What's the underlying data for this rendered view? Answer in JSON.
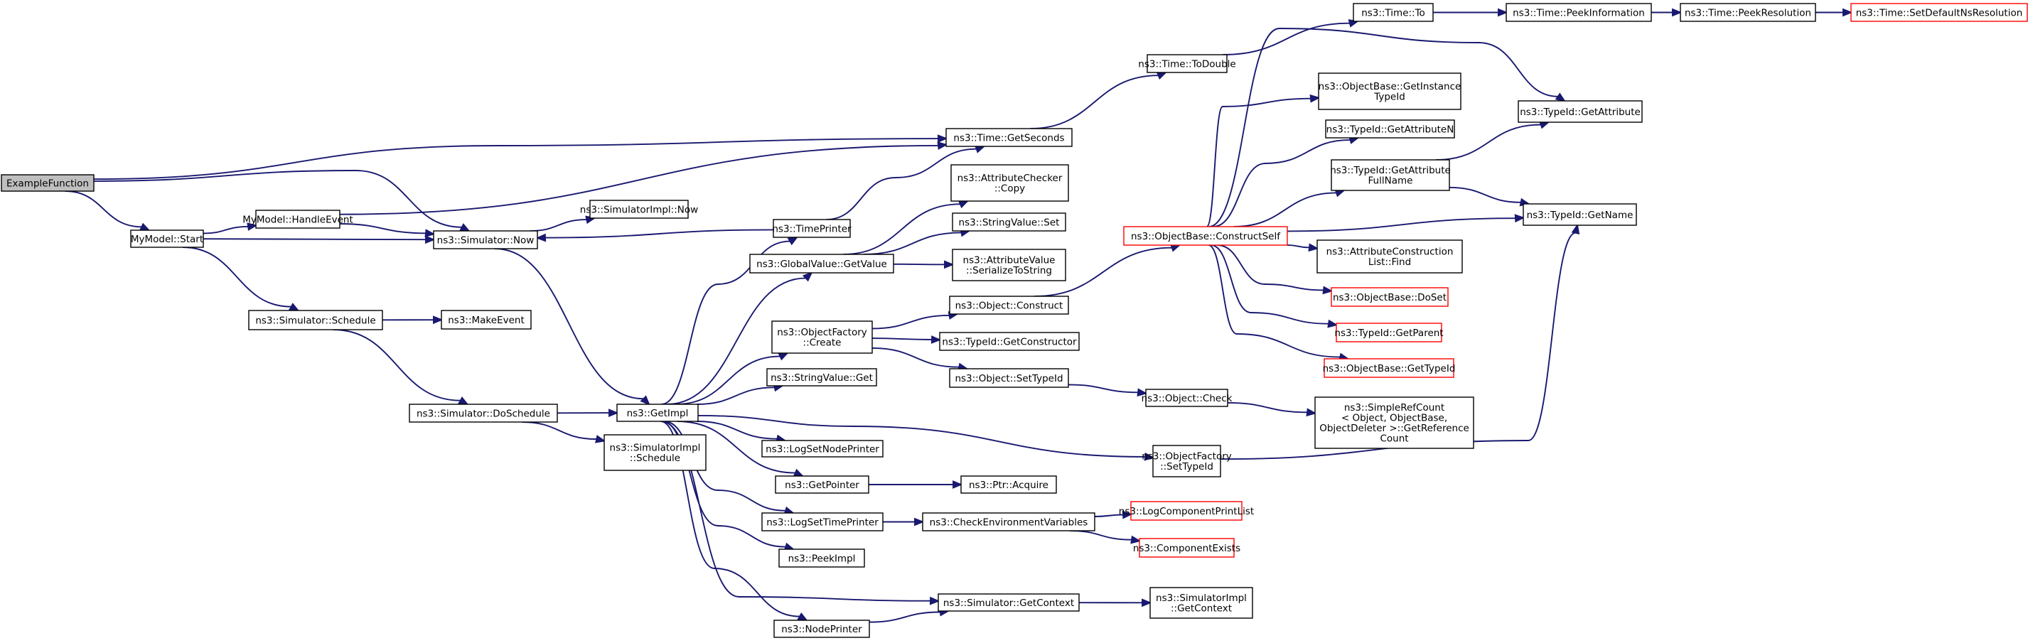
{
  "nodes": {
    "example": {
      "label": [
        "ExampleFunction"
      ],
      "root": true
    },
    "start": {
      "label": [
        "MyModel::Start"
      ]
    },
    "handle": {
      "label": [
        "MyModel::HandleEvent"
      ]
    },
    "schedule": {
      "label": [
        "ns3::Simulator::Schedule"
      ]
    },
    "makeevent": {
      "label": [
        "ns3::MakeEvent"
      ]
    },
    "doschedule": {
      "label": [
        "ns3::Simulator::DoSchedule"
      ]
    },
    "simimpl_schedule": {
      "label": [
        "ns3::SimulatorImpl",
        "::Schedule"
      ]
    },
    "now": {
      "label": [
        "ns3::Simulator::Now"
      ]
    },
    "simimpl_now": {
      "label": [
        "ns3::SimulatorImpl::Now"
      ]
    },
    "getimpl": {
      "label": [
        "ns3::GetImpl"
      ]
    },
    "timeprinter": {
      "label": [
        "ns3::TimePrinter"
      ]
    },
    "gv_getvalue": {
      "label": [
        "ns3::GlobalValue::GetValue"
      ]
    },
    "of_create": {
      "label": [
        "ns3::ObjectFactory",
        "::Create"
      ]
    },
    "sv_get": {
      "label": [
        "ns3::StringValue::Get"
      ]
    },
    "lognodeprinter": {
      "label": [
        "ns3::LogSetNodePrinter"
      ]
    },
    "getpointer": {
      "label": [
        "ns3::GetPointer"
      ]
    },
    "logtimeprinter": {
      "label": [
        "ns3::LogSetTimePrinter"
      ]
    },
    "peekimpl": {
      "label": [
        "ns3::PeekImpl"
      ]
    },
    "nodeprinter": {
      "label": [
        "ns3::NodePrinter"
      ]
    },
    "getseconds": {
      "label": [
        "ns3::Time::GetSeconds"
      ]
    },
    "ac_copy": {
      "label": [
        "ns3::AttributeChecker",
        "::Copy"
      ]
    },
    "sv_set": {
      "label": [
        "ns3::StringValue::Set"
      ]
    },
    "av_serialize": {
      "label": [
        "ns3::AttributeValue",
        "::SerializeToString"
      ]
    },
    "obj_construct": {
      "label": [
        "ns3::Object::Construct"
      ]
    },
    "tid_getconstructor": {
      "label": [
        "ns3::TypeId::GetConstructor"
      ]
    },
    "obj_settypeid": {
      "label": [
        "ns3::Object::SetTypeId"
      ]
    },
    "ptr_acquire": {
      "label": [
        "ns3::Ptr::Acquire"
      ]
    },
    "checkenv": {
      "label": [
        "ns3::CheckEnvironmentVariables"
      ]
    },
    "sim_getcontext": {
      "label": [
        "ns3::Simulator::GetContext"
      ]
    },
    "todouble": {
      "label": [
        "ns3::Time::ToDouble"
      ]
    },
    "time_to": {
      "label": [
        "ns3::Time::To"
      ]
    },
    "peekinfo": {
      "label": [
        "ns3::Time::PeekInformation"
      ]
    },
    "peekres": {
      "label": [
        "ns3::Time::PeekResolution"
      ]
    },
    "setdefaultns": {
      "label": [
        "ns3::Time::SetDefaultNsResolution"
      ],
      "red": true
    },
    "ob_constructself": {
      "label": [
        "ns3::ObjectBase::ConstructSelf"
      ],
      "red": true
    },
    "obj_check": {
      "label": [
        "ns3::Object::Check"
      ]
    },
    "of_settypeid": {
      "label": [
        "ns3::ObjectFactory",
        "::SetTypeId"
      ]
    },
    "logcomplist": {
      "label": [
        "ns3::LogComponentPrintList"
      ],
      "red": true
    },
    "compexists": {
      "label": [
        "ns3::ComponentExists"
      ],
      "red": true
    },
    "simimpl_getcontext": {
      "label": [
        "ns3::SimulatorImpl",
        "::GetContext"
      ]
    },
    "ob_getinstancetypeid": {
      "label": [
        "ns3::ObjectBase::GetInstance",
        "TypeId"
      ]
    },
    "tid_getattributen": {
      "label": [
        "ns3::TypeId::GetAttributeN"
      ]
    },
    "tid_getattrfullname": {
      "label": [
        "ns3::TypeId::GetAttribute",
        "FullName"
      ]
    },
    "acl_find": {
      "label": [
        "ns3::AttributeConstruction",
        "List::Find"
      ]
    },
    "ob_doset": {
      "label": [
        "ns3::ObjectBase::DoSet"
      ],
      "red": true
    },
    "tid_getparent": {
      "label": [
        "ns3::TypeId::GetParent"
      ],
      "red": true
    },
    "ob_gettypeid": {
      "label": [
        "ns3::ObjectBase::GetTypeId"
      ],
      "red": true
    },
    "src_getrefcount": {
      "label": [
        "ns3::SimpleRefCount",
        "< Object, ObjectBase,",
        "ObjectDeleter >::GetReference",
        "Count"
      ]
    },
    "tid_getattribute": {
      "label": [
        "ns3::TypeId::GetAttribute"
      ]
    },
    "tid_getname": {
      "label": [
        "ns3::TypeId::GetName"
      ]
    }
  },
  "edges": [
    [
      "example",
      "start"
    ],
    [
      "example",
      "now"
    ],
    [
      "example",
      "getseconds"
    ],
    [
      "start",
      "handle"
    ],
    [
      "start",
      "now"
    ],
    [
      "start",
      "schedule"
    ],
    [
      "handle",
      "now"
    ],
    [
      "handle",
      "getseconds"
    ],
    [
      "schedule",
      "makeevent"
    ],
    [
      "schedule",
      "doschedule"
    ],
    [
      "doschedule",
      "getimpl"
    ],
    [
      "doschedule",
      "simimpl_schedule"
    ],
    [
      "now",
      "simimpl_now"
    ],
    [
      "now",
      "getimpl"
    ],
    [
      "timeprinter",
      "now"
    ],
    [
      "timeprinter",
      "getseconds"
    ],
    [
      "getimpl",
      "timeprinter"
    ],
    [
      "getimpl",
      "gv_getvalue"
    ],
    [
      "getimpl",
      "of_create"
    ],
    [
      "getimpl",
      "sv_get"
    ],
    [
      "getimpl",
      "lognodeprinter"
    ],
    [
      "getimpl",
      "getpointer"
    ],
    [
      "getimpl",
      "logtimeprinter"
    ],
    [
      "getimpl",
      "peekimpl"
    ],
    [
      "getimpl",
      "nodeprinter"
    ],
    [
      "getimpl",
      "sim_getcontext"
    ],
    [
      "getimpl",
      "of_settypeid"
    ],
    [
      "gv_getvalue",
      "ac_copy"
    ],
    [
      "gv_getvalue",
      "sv_set"
    ],
    [
      "gv_getvalue",
      "av_serialize"
    ],
    [
      "of_create",
      "obj_construct"
    ],
    [
      "of_create",
      "tid_getconstructor"
    ],
    [
      "of_create",
      "obj_settypeid"
    ],
    [
      "getpointer",
      "ptr_acquire"
    ],
    [
      "logtimeprinter",
      "checkenv"
    ],
    [
      "nodeprinter",
      "sim_getcontext"
    ],
    [
      "getseconds",
      "todouble"
    ],
    [
      "todouble",
      "time_to"
    ],
    [
      "time_to",
      "peekinfo"
    ],
    [
      "peekinfo",
      "peekres"
    ],
    [
      "peekres",
      "setdefaultns"
    ],
    [
      "obj_construct",
      "ob_constructself"
    ],
    [
      "obj_settypeid",
      "obj_check"
    ],
    [
      "checkenv",
      "logcomplist"
    ],
    [
      "checkenv",
      "compexists"
    ],
    [
      "sim_getcontext",
      "simimpl_getcontext"
    ],
    [
      "obj_check",
      "src_getrefcount"
    ],
    [
      "of_settypeid",
      "tid_getname"
    ],
    [
      "ob_constructself",
      "ob_getinstancetypeid"
    ],
    [
      "ob_constructself",
      "tid_getattributen"
    ],
    [
      "ob_constructself",
      "tid_getattrfullname"
    ],
    [
      "ob_constructself",
      "acl_find"
    ],
    [
      "ob_constructself",
      "ob_doset"
    ],
    [
      "ob_constructself",
      "tid_getparent"
    ],
    [
      "ob_constructself",
      "ob_gettypeid"
    ],
    [
      "ob_constructself",
      "tid_getattribute"
    ],
    [
      "ob_constructself",
      "tid_getname"
    ],
    [
      "tid_getattrfullname",
      "tid_getattribute"
    ],
    [
      "tid_getattrfullname",
      "tid_getname"
    ]
  ]
}
